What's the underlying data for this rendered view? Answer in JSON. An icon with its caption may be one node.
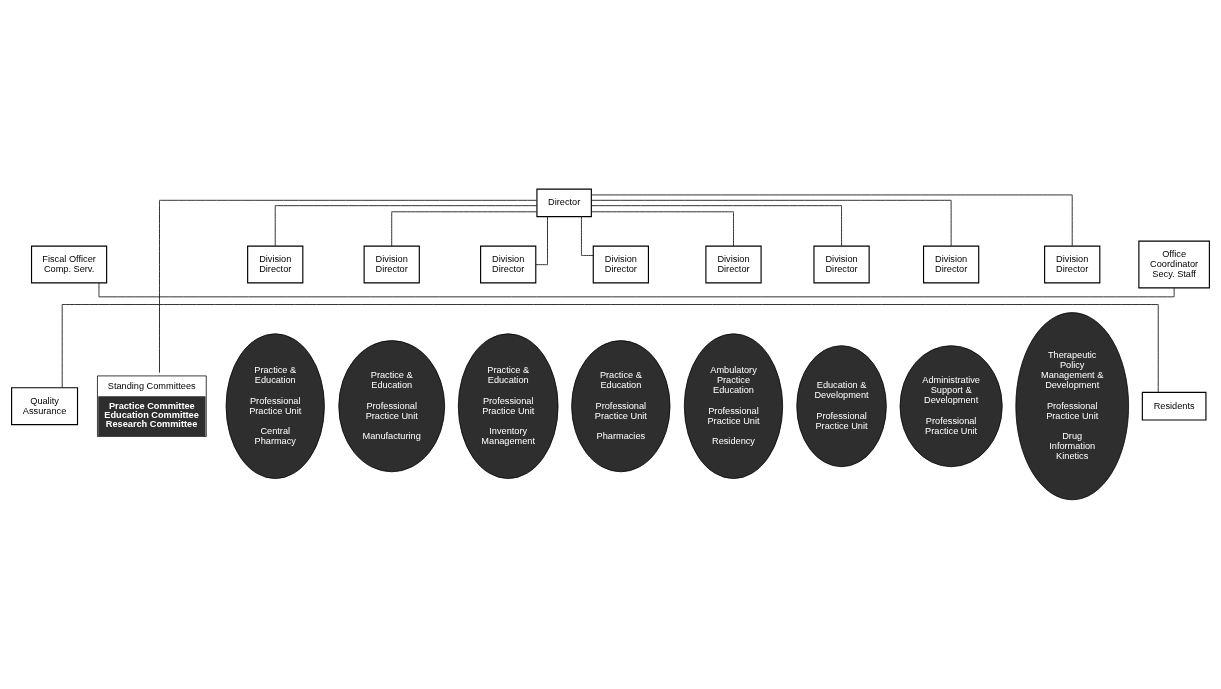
{
  "diagram": {
    "nodes": [
      {
        "text": [
          "Director"
        ]
      },
      {
        "text": [
          "Fiscal Officer Comp. Serv."
        ]
      },
      {
        "text": [
          "Office Coordinator Secy. Staff"
        ]
      },
      {
        "text": [
          "Standing Committees",
          "Practice Committee Education Committee Research Committee"
        ]
      },
      {
        "text": [
          "Quality Assurance"
        ]
      },
      {
        "text": [
          "Residents"
        ]
      },
      {
        "text": [
          "Division Director"
        ]
      },
      {
        "text": [
          "Division Director"
        ]
      },
      {
        "text": [
          "Division Director"
        ]
      },
      {
        "text": [
          "Division Director"
        ]
      },
      {
        "text": [
          "Division Director"
        ]
      },
      {
        "text": [
          "Division Director"
        ]
      },
      {
        "text": [
          "Division Director"
        ]
      },
      {
        "text": [
          "Division Director"
        ]
      },
      {
        "text": [
          "Practice & Education",
          "Professional Practice Unit",
          "Central Pharmacy"
        ]
      },
      {
        "text": [
          "Practice & Education",
          "Professional Practice Unit",
          "Manufacturing"
        ]
      },
      {
        "text": [
          "Practice & Education",
          "Professional Practice Unit",
          "Inventory Management"
        ]
      },
      {
        "text": [
          "Practice & Education",
          "Professional Practice Unit",
          "Pharmacies"
        ]
      },
      {
        "text": [
          "Ambulatory Practice Education",
          "Professional Practice Unit",
          "Residency"
        ]
      },
      {
        "text": [
          "Education & Development",
          "Professional Practice Unit"
        ]
      },
      {
        "text": [
          "Administrative Support & Development",
          "Professional Practice Unit"
        ]
      },
      {
        "text": [
          "Therapeutic Policy Management & Development",
          "Professional Practice Unit",
          "Drug Information Kinetics"
        ]
      }
    ],
    "edges": [
      {
        "from": 1,
        "to": 2,
        "arrow": "none"
      },
      {
        "from": 0,
        "to": 3,
        "arrow": "none"
      },
      {
        "from": 4,
        "to": 5,
        "arrow": "none"
      },
      {
        "from": 0,
        "to": 6,
        "arrow": "none"
      },
      {
        "from": 0,
        "to": 7,
        "arrow": "none"
      },
      {
        "from": 0,
        "to": 8,
        "arrow": "none"
      },
      {
        "from": 0,
        "to": 9,
        "arrow": "none"
      },
      {
        "from": 0,
        "to": 10,
        "arrow": "none"
      },
      {
        "from": 0,
        "to": 11,
        "arrow": "none"
      },
      {
        "from": 0,
        "to": 12,
        "arrow": "none"
      },
      {
        "from": 0,
        "to": 13,
        "arrow": "none"
      }
    ]
  }
}
